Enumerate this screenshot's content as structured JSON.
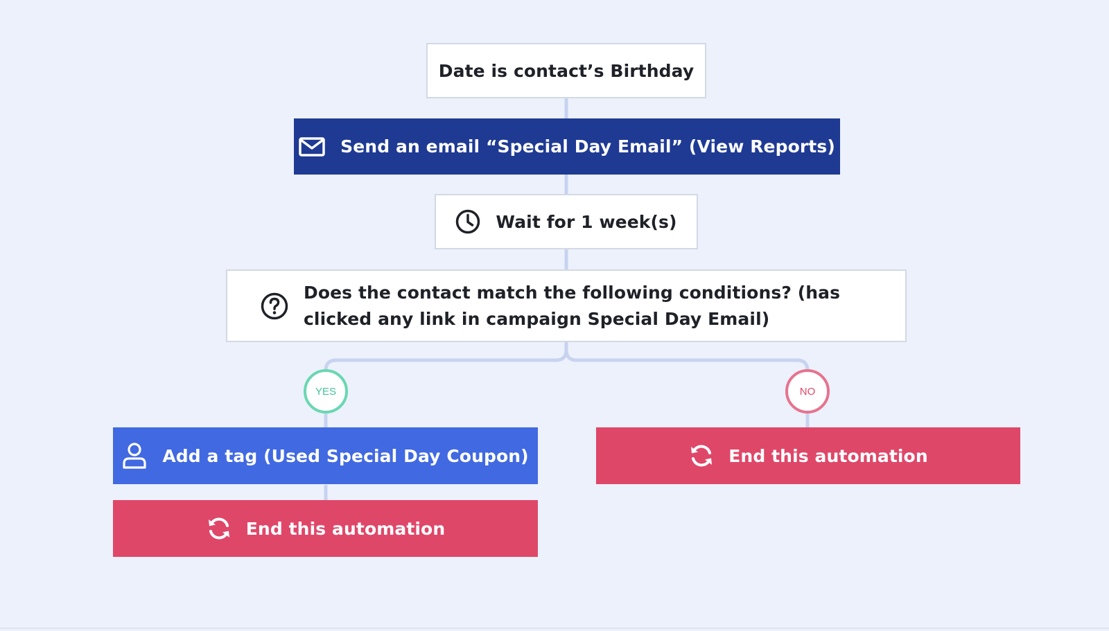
{
  "flow": {
    "trigger": "Date is contact’s Birthday",
    "send_email": "Send an email “Special Day Email” (View Reports)",
    "wait": "Wait for 1 week(s)",
    "condition": "Does the contact match the following conditions? (has clicked any link in campaign Special Day Email)",
    "yes_label": "YES",
    "no_label": "NO",
    "yes_branch": {
      "add_tag": "Add a tag (Used Special Day Coupon)",
      "end": "End this automation"
    },
    "no_branch": {
      "end": "End this automation"
    }
  },
  "icons": {
    "send_email": "envelope-icon",
    "wait": "clock-icon",
    "condition": "question-circle-icon",
    "add_tag": "user-icon",
    "end": "refresh-icon"
  },
  "colors": {
    "background": "#ecf1fb",
    "send_email_node": "#1f3a93",
    "add_tag_node": "#4169e1",
    "end_node": "#df4769",
    "yes_badge": "#6ad7b1",
    "no_badge": "#e6738f",
    "connector": "#c7d3f0"
  }
}
